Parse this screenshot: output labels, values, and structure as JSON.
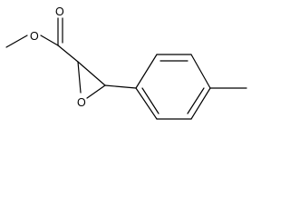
{
  "molecule": {
    "atoms": {
      "carbonyl_oxygen": "O",
      "ester_oxygen": "O",
      "epoxide_oxygen": "O"
    },
    "colors": {
      "bond": "#000000",
      "label": "#000000",
      "background": "#ffffff"
    }
  }
}
